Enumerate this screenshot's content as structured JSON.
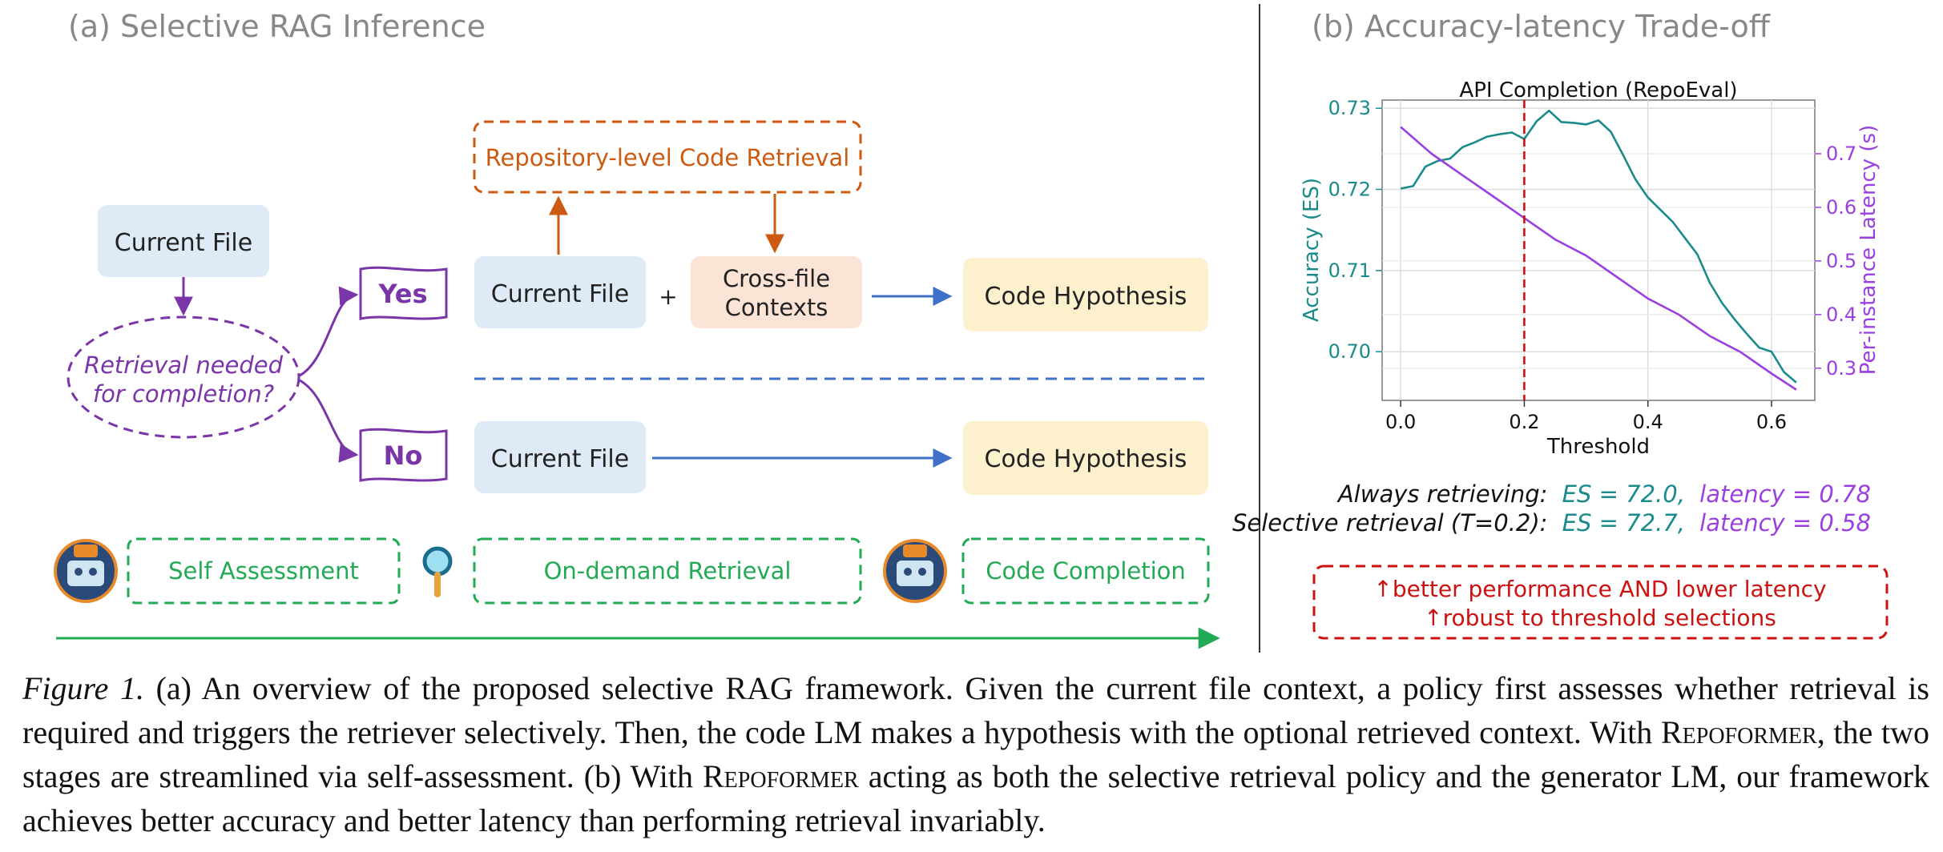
{
  "panel_a": {
    "title": "(a) Selective RAG Inference",
    "current_file": "Current File",
    "decision_line1": "Retrieval needed",
    "decision_line2": "for completion?",
    "yes": "Yes",
    "no": "No",
    "retrieval_box": "Repository-level Code Retrieval",
    "plus": "+",
    "crossfile_line1": "Cross-file",
    "crossfile_line2": "Contexts",
    "code_hypothesis": "Code Hypothesis",
    "stage_self_assessment": "Self Assessment",
    "stage_on_demand": "On-demand Retrieval",
    "stage_code_completion": "Code Completion"
  },
  "panel_b": {
    "title": "(b) Accuracy-latency Trade-off",
    "always_label": "Always retrieving:",
    "always_es": "ES = 72.0,",
    "always_latency": "latency = 0.78",
    "selective_label": "Selective retrieval (T=0.2):",
    "selective_es": "ES = 72.7,",
    "selective_latency": "latency = 0.58",
    "benefit_line1": "↑better performance AND lower latency",
    "benefit_line2": "↑robust to threshold selections"
  },
  "colors": {
    "accuracy": "#1a8a8a",
    "latency": "#9a3fe0",
    "threshold_marker": "#cc1111",
    "stage_green": "#22aa55",
    "decision_purple": "#7a35a8",
    "retrieval_orange": "#cc5a10"
  },
  "chart_data": {
    "type": "line",
    "title": "API Completion (RepoEval)",
    "xlabel": "Threshold",
    "ylabel_left": "Accuracy (ES)",
    "ylabel_right": "Per-instance Latency (s)",
    "xlim": [
      -0.03,
      0.67
    ],
    "ylim_left": [
      0.694,
      0.731
    ],
    "ylim_right": [
      0.24,
      0.8
    ],
    "x_ticks": [
      0.0,
      0.2,
      0.4,
      0.6
    ],
    "y_ticks_left": [
      0.7,
      0.71,
      0.72,
      0.73
    ],
    "y_ticks_right": [
      0.3,
      0.4,
      0.5,
      0.6,
      0.7
    ],
    "grid": true,
    "threshold_line_x": 0.2,
    "series": [
      {
        "name": "Accuracy (ES)",
        "axis": "left",
        "x": [
          0.0,
          0.02,
          0.04,
          0.06,
          0.08,
          0.1,
          0.12,
          0.14,
          0.16,
          0.18,
          0.2,
          0.22,
          0.24,
          0.26,
          0.28,
          0.3,
          0.32,
          0.34,
          0.36,
          0.38,
          0.4,
          0.42,
          0.44,
          0.46,
          0.48,
          0.5,
          0.52,
          0.54,
          0.56,
          0.58,
          0.6,
          0.62,
          0.64
        ],
        "y": [
          0.7201,
          0.7204,
          0.7228,
          0.7235,
          0.7238,
          0.7252,
          0.7258,
          0.7265,
          0.7268,
          0.727,
          0.7262,
          0.7284,
          0.7297,
          0.7283,
          0.7282,
          0.728,
          0.7285,
          0.7271,
          0.7242,
          0.7212,
          0.719,
          0.7175,
          0.716,
          0.714,
          0.712,
          0.7085,
          0.706,
          0.704,
          0.7022,
          0.7005,
          0.7,
          0.6975,
          0.6962
        ]
      },
      {
        "name": "Per-instance Latency (s)",
        "axis": "right",
        "x": [
          0.0,
          0.05,
          0.1,
          0.15,
          0.2,
          0.25,
          0.3,
          0.35,
          0.4,
          0.45,
          0.5,
          0.55,
          0.6,
          0.64
        ],
        "y": [
          0.75,
          0.7,
          0.66,
          0.62,
          0.58,
          0.54,
          0.51,
          0.47,
          0.43,
          0.4,
          0.36,
          0.33,
          0.29,
          0.26
        ]
      }
    ]
  },
  "caption": {
    "figure_label": "Figure 1.",
    "part1": " (a) An overview of the proposed selective RAG framework.  Given the current file context, a policy first assesses whether retrieval is required and triggers the retriever selectively. Then, the code LM makes a hypothesis with the optional retrieved context. With ",
    "name1": "Repoformer",
    "part2": ", the two stages are streamlined via self-assessment. (b) With ",
    "name2": "Repoformer",
    "part3": " acting as both the selective retrieval policy and the generator LM, our framework achieves better accuracy and better latency than performing retrieval invariably."
  }
}
